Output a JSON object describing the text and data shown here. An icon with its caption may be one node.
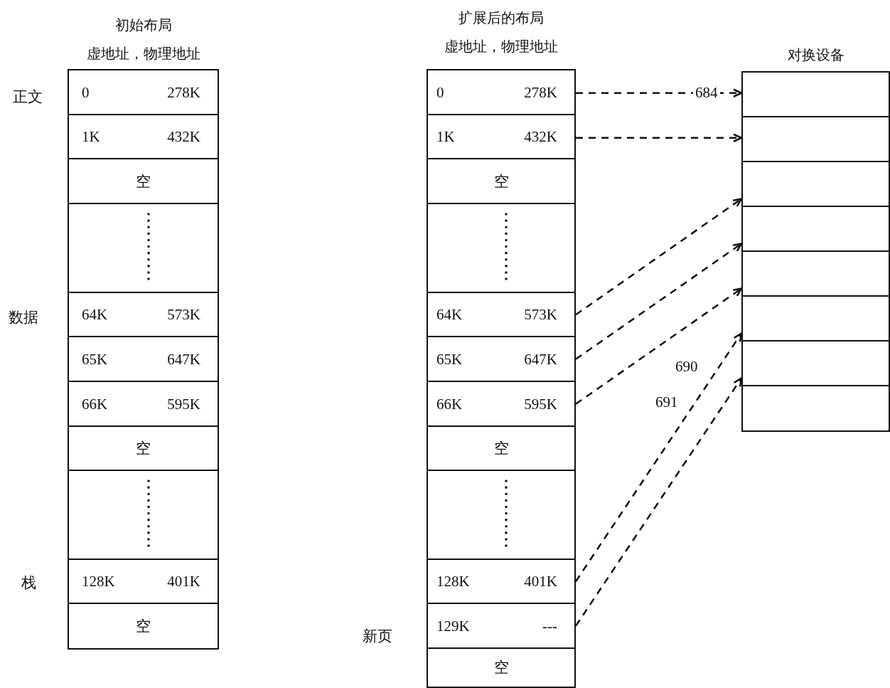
{
  "diagram": {
    "nodes": [
      {
        "text": [
          "初始布局",
          "虚地址，物理地址"
        ]
      },
      {
        "text": [
          "0",
          "278K"
        ],
        "in": 0,
        "beside": [
          "正文"
        ]
      },
      {
        "text": [
          "1K",
          "432K"
        ],
        "in": 0
      },
      {
        "text": [
          "空"
        ],
        "in": 0
      },
      {
        "text": [],
        "shape": "box",
        "in": 0
      },
      {
        "text": [
          "64K",
          "573K"
        ],
        "in": 0,
        "beside": [
          "数据"
        ]
      },
      {
        "text": [
          "65K",
          "647K"
        ],
        "in": 0
      },
      {
        "text": [
          "66K",
          "595K"
        ],
        "in": 0
      },
      {
        "text": [
          "空"
        ],
        "in": 0
      },
      {
        "text": [],
        "shape": "box",
        "in": 0
      },
      {
        "text": [
          "128K",
          "401K"
        ],
        "in": 0,
        "beside": [
          "栈"
        ]
      },
      {
        "text": [
          "空"
        ],
        "in": 0
      },
      {
        "text": [
          "扩展后的布局",
          "虚地址，物理地址"
        ]
      },
      {
        "text": [
          "0",
          "278K"
        ],
        "in": 12
      },
      {
        "text": [
          "1K",
          "432K"
        ],
        "in": 12
      },
      {
        "text": [
          "空"
        ],
        "in": 12
      },
      {
        "text": [],
        "shape": "box",
        "in": 12
      },
      {
        "text": [
          "64K",
          "573K"
        ],
        "in": 12
      },
      {
        "text": [
          "65K",
          "647K"
        ],
        "in": 12
      },
      {
        "text": [
          "66K",
          "595K"
        ],
        "in": 12
      },
      {
        "text": [
          "空"
        ],
        "in": 12
      },
      {
        "text": [],
        "shape": "box",
        "in": 12
      },
      {
        "text": [
          "128K",
          "401K"
        ],
        "in": 12
      },
      {
        "text": [
          "129K",
          "---"
        ],
        "in": 12,
        "beside": [
          "新页"
        ]
      },
      {
        "text": [
          "空"
        ],
        "in": 12
      },
      {
        "text": [
          "对换设备"
        ]
      },
      {
        "text": [],
        "shape": "box",
        "in": 25
      },
      {
        "text": [],
        "shape": "box",
        "in": 25
      },
      {
        "text": [],
        "shape": "box",
        "in": 25
      },
      {
        "text": [],
        "shape": "box",
        "in": 25
      },
      {
        "text": [],
        "shape": "box",
        "in": 25
      },
      {
        "text": [],
        "shape": "box",
        "in": 25
      },
      {
        "text": [],
        "shape": "box",
        "in": 25
      },
      {
        "text": [],
        "shape": "box",
        "in": 25
      }
    ],
    "labels": [
      "690",
      "691"
    ],
    "edges": [
      {
        "from": 13,
        "to": 26,
        "arrow": "to",
        "style": "dashed",
        "label": "684"
      },
      {
        "from": 14,
        "to": 27,
        "arrow": "to",
        "style": "dashed"
      },
      {
        "from": 17,
        "to": 28,
        "arrow": "to",
        "style": "dashed"
      },
      {
        "from": 18,
        "to": 29,
        "arrow": "to",
        "style": "dashed"
      },
      {
        "from": 19,
        "to": 30,
        "arrow": "to",
        "style": "dashed"
      },
      {
        "from": 22,
        "to": 31,
        "arrow": "to",
        "style": "dashed"
      },
      {
        "from": 23,
        "to": 32,
        "arrow": "to",
        "style": "dashed"
      }
    ]
  }
}
